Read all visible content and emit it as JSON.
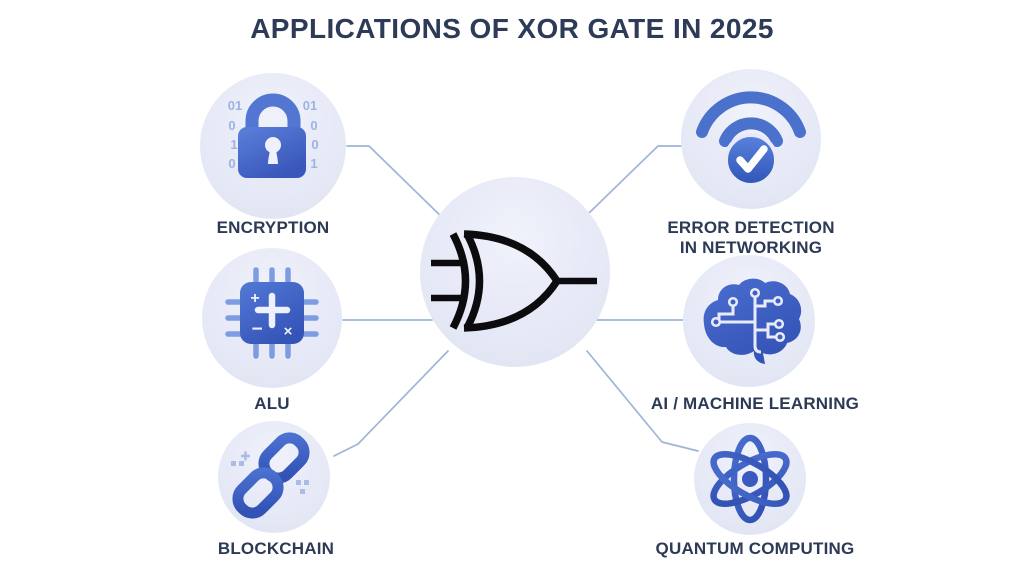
{
  "title": "APPLICATIONS OF XOR GATE IN 2025",
  "labels": {
    "encryption": "ENCRYPTION",
    "alu": "ALU",
    "blockchain": "BLOCKCHAIN",
    "error_detection_line1": "ERROR DETECTION",
    "error_detection_line2": "IN NETWORKING",
    "ai_ml": "AI / MACHINE LEARNING",
    "quantum": "QUANTUM COMPUTING"
  },
  "icons": {
    "encryption": "padlock-binary-icon",
    "alu": "chip-arithmetic-icon",
    "blockchain": "chain-link-icon",
    "error_detection": "wifi-check-icon",
    "ai_ml": "brain-circuit-icon",
    "quantum": "atom-icon",
    "center": "xor-gate-symbol"
  },
  "lock_binary": {
    "left": [
      "01",
      "0",
      "1",
      "0"
    ],
    "right": [
      "01",
      "0",
      "0",
      "1"
    ]
  },
  "alu_symbols": {
    "small_plus": "+",
    "minus": "−",
    "times": "×"
  },
  "colors": {
    "icon_blue": "#3f63c8",
    "icon_blue_light": "#5b80da",
    "icon_blue_dark": "#3453b4",
    "binary_blue": "#9db3e2",
    "pin_blue": "#7e9ce2",
    "sparkle_blue": "#a9bce4",
    "circle_bg": "#e7eaf6",
    "connector": "#9fb5d6",
    "text_dark": "#2d3b58",
    "gate_black": "#0c0c0e",
    "background": "#ffffff"
  }
}
